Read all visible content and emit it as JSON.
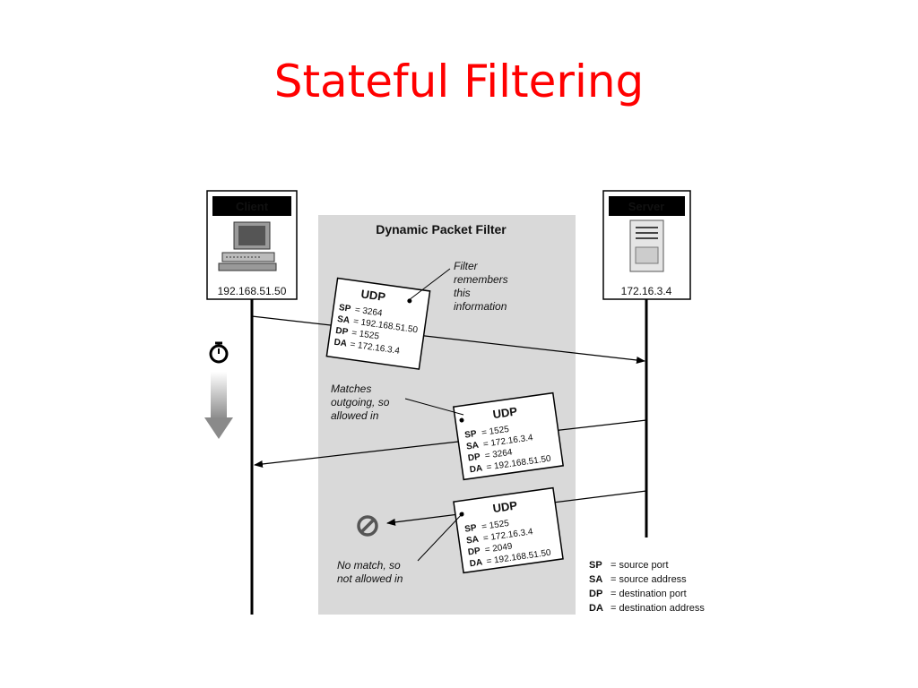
{
  "title": "Stateful Filtering",
  "colors": {
    "title": "#ff0000",
    "filter_zone": "#d9d9d9",
    "line": "#000000"
  },
  "filter_zone_label": "Dynamic Packet Filter",
  "client": {
    "label": "Client",
    "ip": "192.168.51.50",
    "icon": "desktop-computer-icon"
  },
  "server": {
    "label": "Server",
    "ip": "172.16.3.4",
    "icon": "server-tower-icon"
  },
  "timer_icon": "stopwatch-icon",
  "time_arrow_icon": "down-arrow-icon",
  "blocked_icon": "no-entry-icon",
  "packets": [
    {
      "protocol": "UDP",
      "fields": [
        {
          "key": "SP",
          "value": "= 3264"
        },
        {
          "key": "SA",
          "value": "= 192.168.51.50"
        },
        {
          "key": "DP",
          "value": "= 1525"
        },
        {
          "key": "DA",
          "value": "= 172.16.3.4"
        }
      ],
      "note": [
        "Filter",
        "remembers",
        "this",
        "information"
      ]
    },
    {
      "protocol": "UDP",
      "fields": [
        {
          "key": "SP",
          "value": "= 1525"
        },
        {
          "key": "SA",
          "value": "= 172.16.3.4"
        },
        {
          "key": "DP",
          "value": "= 3264"
        },
        {
          "key": "DA",
          "value": "= 192.168.51.50"
        }
      ],
      "note": [
        "Matches",
        "outgoing, so",
        "allowed in"
      ]
    },
    {
      "protocol": "UDP",
      "fields": [
        {
          "key": "SP",
          "value": "= 1525"
        },
        {
          "key": "SA",
          "value": "= 172.16.3.4"
        },
        {
          "key": "DP",
          "value": "= 2049"
        },
        {
          "key": "DA",
          "value": "= 192.168.51.50"
        }
      ],
      "note": [
        "No match, so",
        "not allowed in"
      ]
    }
  ],
  "legend": [
    {
      "key": "SP",
      "value": "= source port"
    },
    {
      "key": "SA",
      "value": "= source address"
    },
    {
      "key": "DP",
      "value": "= destination port"
    },
    {
      "key": "DA",
      "value": "= destination address"
    }
  ]
}
